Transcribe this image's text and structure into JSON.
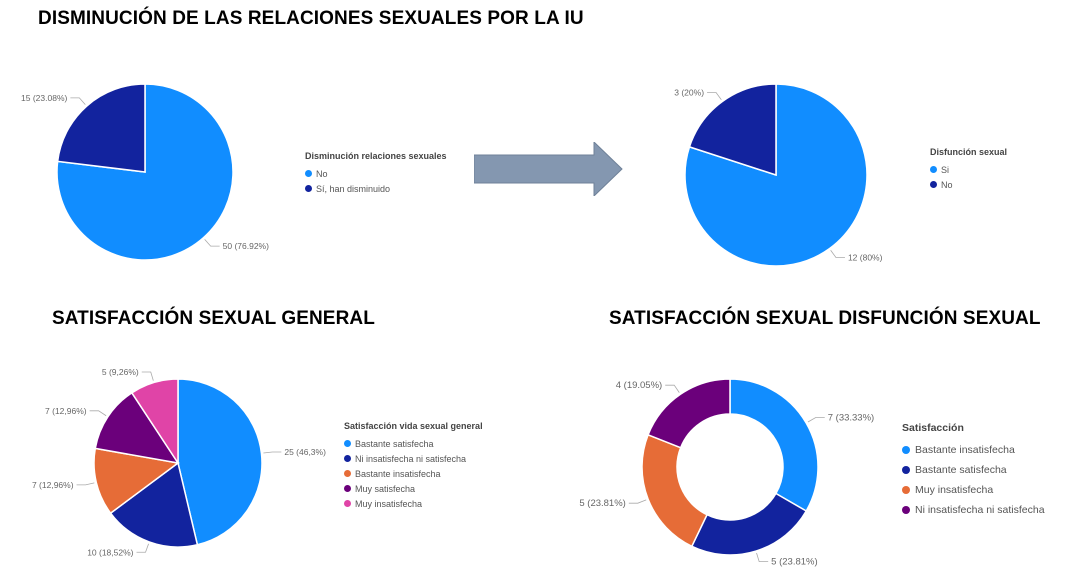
{
  "headings": {
    "top": "DISMINUCIÓN DE LAS RELACIONES SEXUALES POR LA IU",
    "bottom_left": "SATISFACCIÓN SEXUAL GENERAL",
    "bottom_right": "SATISFACCIÓN SEXUAL DISFUNCIÓN SEXUAL"
  },
  "arrow": {
    "icon": "right-arrow-icon",
    "color": "#8497B0"
  },
  "chart_data": [
    {
      "type": "pie",
      "legend_title": "Disminución relaciones sexuales",
      "legend_placement": "right",
      "categories": [
        "No",
        "Sí, han disminuido"
      ],
      "values": [
        50,
        15
      ],
      "data_labels": [
        "50 (76.92%)",
        "15 (23.08%)"
      ],
      "colors": [
        "#118DFF",
        "#12239E"
      ]
    },
    {
      "type": "pie",
      "legend_title": "Disfunción sexual",
      "legend_placement": "right",
      "categories": [
        "Si",
        "No"
      ],
      "values": [
        12,
        3
      ],
      "data_labels": [
        "12 (80%)",
        "3 (20%)"
      ],
      "colors": [
        "#118DFF",
        "#12239E"
      ]
    },
    {
      "type": "pie",
      "legend_title": "Satisfacción vida sexual general",
      "legend_placement": "right",
      "categories": [
        "Bastante satisfecha",
        "Ni insatisfecha ni satisfecha",
        "Bastante insatisfecha",
        "Muy satisfecha",
        "Muy insatisfecha"
      ],
      "values": [
        25,
        10,
        7,
        7,
        5
      ],
      "data_labels": [
        "25 (46,3%)",
        "10 (18,52%)",
        "7 (12,96%)",
        "7 (12,96%)",
        "5 (9,26%)"
      ],
      "colors": [
        "#118DFF",
        "#12239E",
        "#E66C37",
        "#6B007B",
        "#E044A7"
      ]
    },
    {
      "type": "donut",
      "legend_title": "Satisfacción",
      "legend_placement": "right",
      "categories": [
        "Bastante insatisfecha",
        "Bastante satisfecha",
        "Muy insatisfecha",
        "Ni insatisfecha ni satisfecha"
      ],
      "values": [
        7,
        5,
        5,
        4
      ],
      "data_labels": [
        "7 (33.33%)",
        "5 (23.81%)",
        "5 (23.81%)",
        "4 (19.05%)"
      ],
      "colors": [
        "#118DFF",
        "#12239E",
        "#E66C37",
        "#6B007B"
      ]
    }
  ]
}
